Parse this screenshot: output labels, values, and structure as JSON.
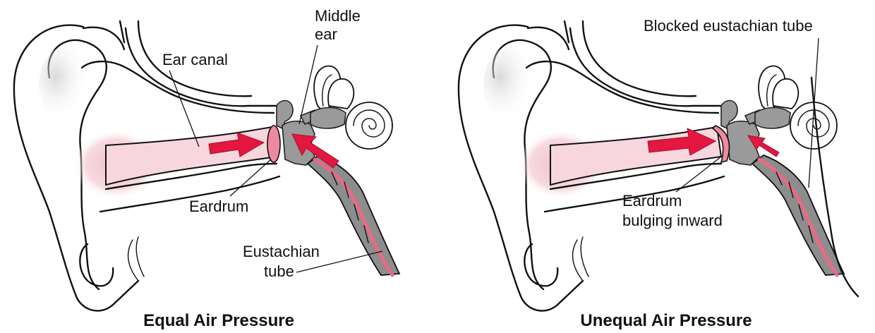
{
  "colors": {
    "canal_fill": "#f7d7dd",
    "concha_shading": "#eeb7c2",
    "arrow": "#e3173f",
    "eardrum": "#ee8aa0",
    "bone_gray": "#9a9a9a",
    "tube_lining": "#e86a83"
  },
  "left_panel": {
    "labels": {
      "ear_canal": "Ear canal",
      "middle_ear_line1": "Middle",
      "middle_ear_line2": "ear",
      "eardrum": "Eardrum",
      "eustachian_line1": "Eustachian",
      "eustachian_line2": "tube"
    },
    "caption": "Equal Air Pressure"
  },
  "right_panel": {
    "labels": {
      "blocked_tube": "Blocked eustachian tube",
      "eardrum_line1": "Eardrum",
      "eardrum_line2": "bulging inward"
    },
    "caption": "Unequal Air Pressure"
  }
}
